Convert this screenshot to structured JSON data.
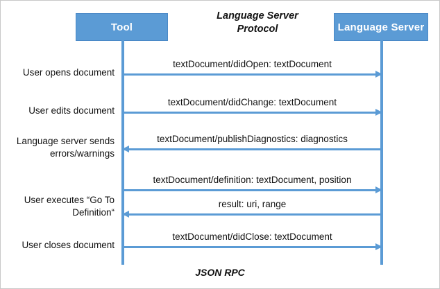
{
  "diagram": {
    "title": "Language Server\nProtocol",
    "title_line1": "Language Server",
    "title_line2": "Protocol",
    "footer": "JSON RPC",
    "colors": {
      "accent": "#5B9BD5",
      "accent_border": "#4A89C7",
      "text": "#111111",
      "background": "#FFFFFF"
    }
  },
  "actors": [
    {
      "id": "tool",
      "label": "Tool"
    },
    {
      "id": "language-server",
      "label": "Language Server"
    }
  ],
  "messages": [
    {
      "index": 1,
      "label": "textDocument/didOpen: textDocument",
      "from": "tool",
      "to": "language-server",
      "direction": "right",
      "note": "User opens document"
    },
    {
      "index": 2,
      "label": "textDocument/didChange: textDocument",
      "from": "tool",
      "to": "language-server",
      "direction": "right",
      "note": "User edits document"
    },
    {
      "index": 3,
      "label": "textDocument/publishDiagnostics: diagnostics",
      "from": "language-server",
      "to": "tool",
      "direction": "left",
      "note": "Language server sends\nerrors/warnings",
      "note_line1": "Language server sends",
      "note_line2": "errors/warnings"
    },
    {
      "index": 4,
      "label": "textDocument/definition: textDocument, position",
      "from": "tool",
      "to": "language-server",
      "direction": "right",
      "note": ""
    },
    {
      "index": 5,
      "label": "result: uri, range",
      "from": "language-server",
      "to": "tool",
      "direction": "left",
      "note": "User executes “Go To\nDefinition“",
      "note_line1": "User executes “Go To",
      "note_line2": "Definition“"
    },
    {
      "index": 6,
      "label": "textDocument/didClose: textDocument",
      "from": "tool",
      "to": "language-server",
      "direction": "right",
      "note": "User closes document"
    }
  ],
  "notes": [
    {
      "id": "note-open",
      "text": "User opens document"
    },
    {
      "id": "note-edit",
      "text": "User edits document"
    },
    {
      "id": "note-diag-1",
      "text": "Language server sends"
    },
    {
      "id": "note-diag-2",
      "text": "errors/warnings"
    },
    {
      "id": "note-goto-1",
      "text": "User executes “Go To"
    },
    {
      "id": "note-goto-2",
      "text": "Definition“"
    },
    {
      "id": "note-close",
      "text": "User closes document"
    }
  ]
}
